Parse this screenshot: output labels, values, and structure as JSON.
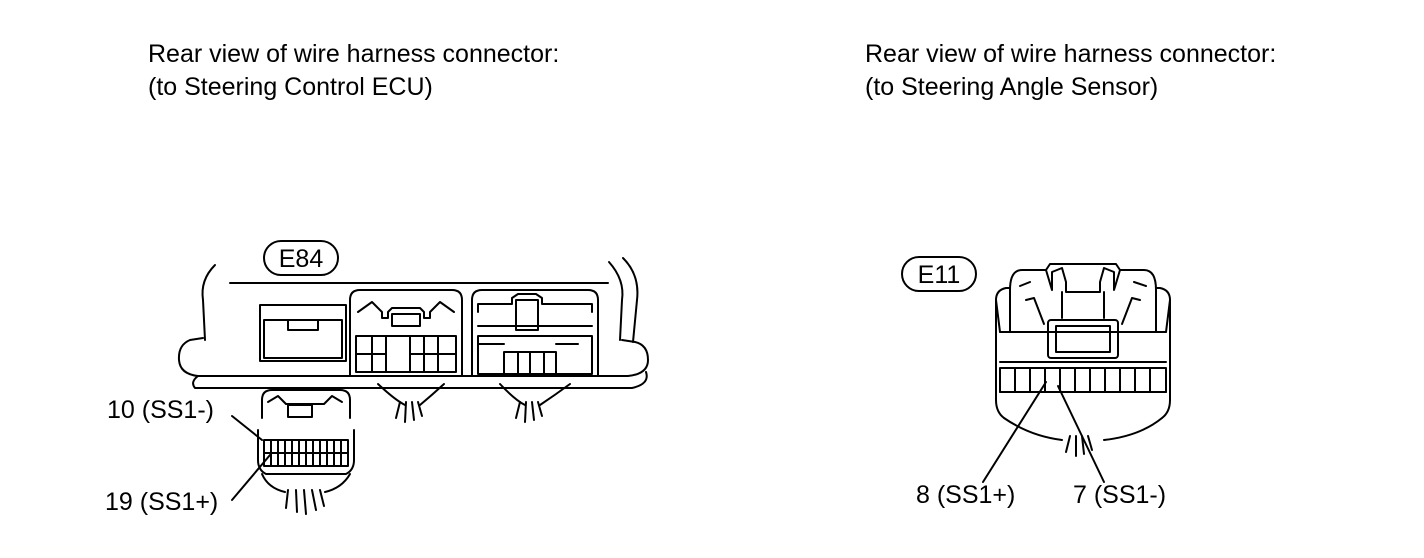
{
  "left_panel": {
    "caption_line1": "Rear view of wire harness connector:",
    "caption_line2": "(to Steering Control ECU)",
    "connector_code": "E84",
    "pins": [
      {
        "label": "10 (SS1-)"
      },
      {
        "label": "19 (SS1+)"
      }
    ]
  },
  "right_panel": {
    "caption_line1": "Rear view of wire harness connector:",
    "caption_line2": "(to Steering Angle Sensor)",
    "connector_code": "E11",
    "pins": [
      {
        "label": "8 (SS1+)"
      },
      {
        "label": "7 (SS1-)"
      }
    ]
  }
}
